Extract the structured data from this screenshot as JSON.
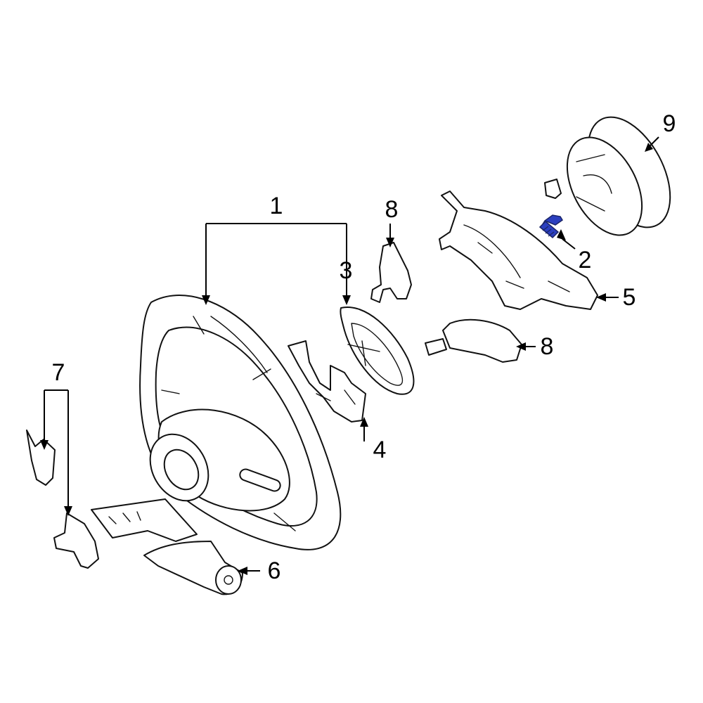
{
  "callouts": [
    {
      "id": "1",
      "label": "1"
    },
    {
      "id": "2",
      "label": "2"
    },
    {
      "id": "3",
      "label": "3"
    },
    {
      "id": "4",
      "label": "4"
    },
    {
      "id": "5",
      "label": "5"
    },
    {
      "id": "6",
      "label": "6"
    },
    {
      "id": "7",
      "label": "7"
    },
    {
      "id": "8a",
      "label": "8"
    },
    {
      "id": "8b",
      "label": "8"
    },
    {
      "id": "9",
      "label": "9"
    }
  ],
  "highlight": {
    "part": "2",
    "color": "#2b3fbf"
  }
}
